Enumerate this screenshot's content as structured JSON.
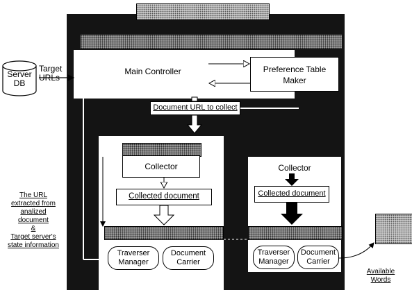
{
  "server_db": "Server DB",
  "target_urls": "Target URLs",
  "main_controller": "Main Controller",
  "preference_table_maker": "Preference Table Maker",
  "document_url_to_collect": "Document URL to collect",
  "robot1": {
    "collector": "Collector",
    "collected_document": "Collected document",
    "traverser_manager": "Traverser Manager",
    "document_carrier": "Document Carrier"
  },
  "robot2": {
    "collector": "Collector",
    "collected_document": "Collected document",
    "traverser_manager": "Traverser Manager",
    "document_carrier": "Document Carrier"
  },
  "left_note": [
    "The URL",
    "extracted from",
    "analized",
    "document",
    "&",
    "Target server's",
    "state information"
  ],
  "available_words": "Available Words"
}
